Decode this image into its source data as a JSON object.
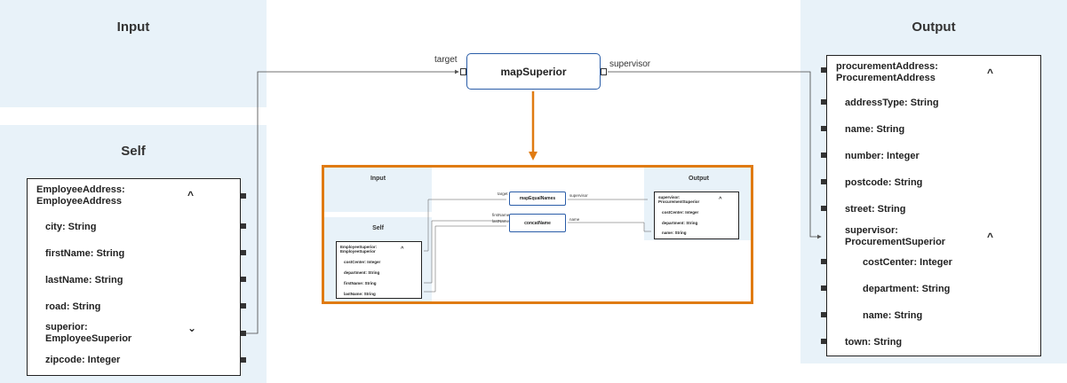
{
  "panels": {
    "input_title": "Input",
    "self_title": "Self",
    "output_title": "Output"
  },
  "self_box": {
    "header": [
      "EmployeeAddress:",
      "EmployeeAddress"
    ],
    "fields": [
      "city: String",
      "firstName: String",
      "lastName: String",
      "road: String"
    ],
    "superior": [
      "superior:",
      "EmployeeSuperior"
    ],
    "zipcode": "zipcode: Integer"
  },
  "function": {
    "name": "mapSuperior",
    "input_label": "target",
    "output_label": "supervisor"
  },
  "output_box": {
    "header": [
      "procurementAddress:",
      "ProcurementAddress"
    ],
    "fields": [
      "addressType: String",
      "name: String",
      "number: Integer",
      "postcode: String",
      "street: String"
    ],
    "supervisor": [
      "supervisor:",
      "ProcurementSuperior"
    ],
    "sub_fields": [
      "costCenter: Integer",
      "department: String",
      "name: String"
    ],
    "town": "town: String"
  },
  "icons": {
    "collapse": "chevron-up-icon",
    "expand": "chevron-down-icon",
    "collapse_glyph": "^",
    "expand_glyph": "⌄"
  },
  "colors": {
    "panel": "#e8f2f9",
    "function_border": "#2a5da8",
    "highlight": "#e07b12"
  },
  "preview": {
    "input_title": "Input",
    "self_title": "Self",
    "output_title": "Output",
    "self_header": [
      "EmployeeSuperior:",
      "EmployeeSuperior"
    ],
    "self_fields": [
      "costCenter: Integer",
      "department: String",
      "firstName: String",
      "lastName: String"
    ],
    "func1": {
      "name": "mapEqualNames",
      "input_label": "target",
      "output_label": "supervisor"
    },
    "func2": {
      "name": "concatName",
      "input1_label": "firstName",
      "input2_label": "lastName",
      "output_label": "name"
    },
    "output_header": [
      "supervisor:",
      "ProcurementSuperior"
    ],
    "output_fields": [
      "costCenter: Integer",
      "department: String",
      "name: String"
    ]
  }
}
